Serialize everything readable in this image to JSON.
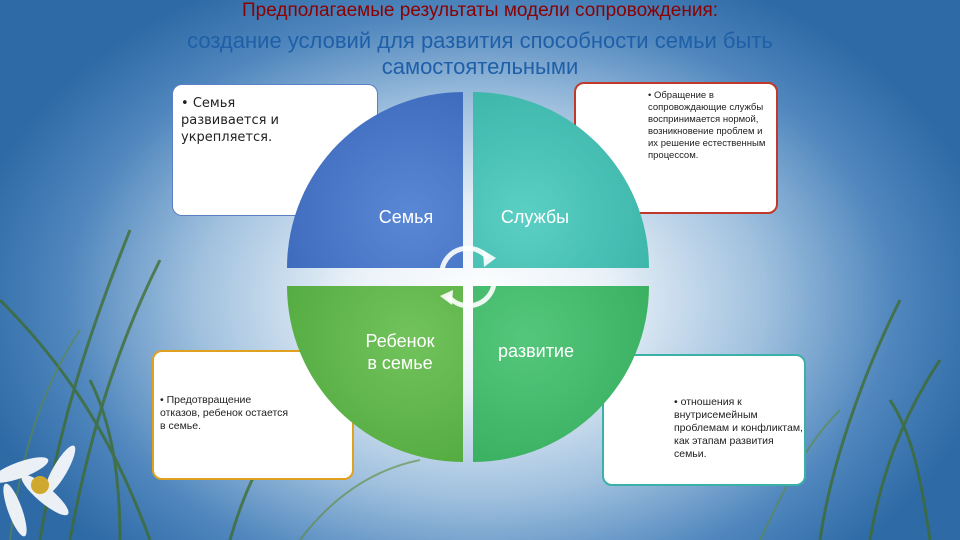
{
  "title_line1": "Предполагаемые результаты модели сопровождения:",
  "title_line2": "создание условий для развития способности семьи быть самостоятельными",
  "segments": {
    "top_left": "Семья",
    "top_right": "Службы",
    "bottom_left": "Ребенок\nв семье",
    "bottom_right": "развитие"
  },
  "notes": {
    "top_left": "Семья развивается и укрепляется.",
    "top_right": "Обращение в сопровождающие службы воспринимается нормой, возникновение проблем и их решение естественным процессом.",
    "bottom_left": "Предотвращение отказов, ребенок остается в семье.",
    "bottom_right": "отношения к внутрисемейным проблемам и конфликтам, как этапам развития семьи."
  },
  "colors": {
    "top_left": "#4472c4",
    "top_right": "#42bdb2",
    "bottom_left": "#5fb54a",
    "bottom_right": "#3fb86a",
    "title_line1": "#8b0000",
    "title_line2": "#1f5fa8"
  }
}
